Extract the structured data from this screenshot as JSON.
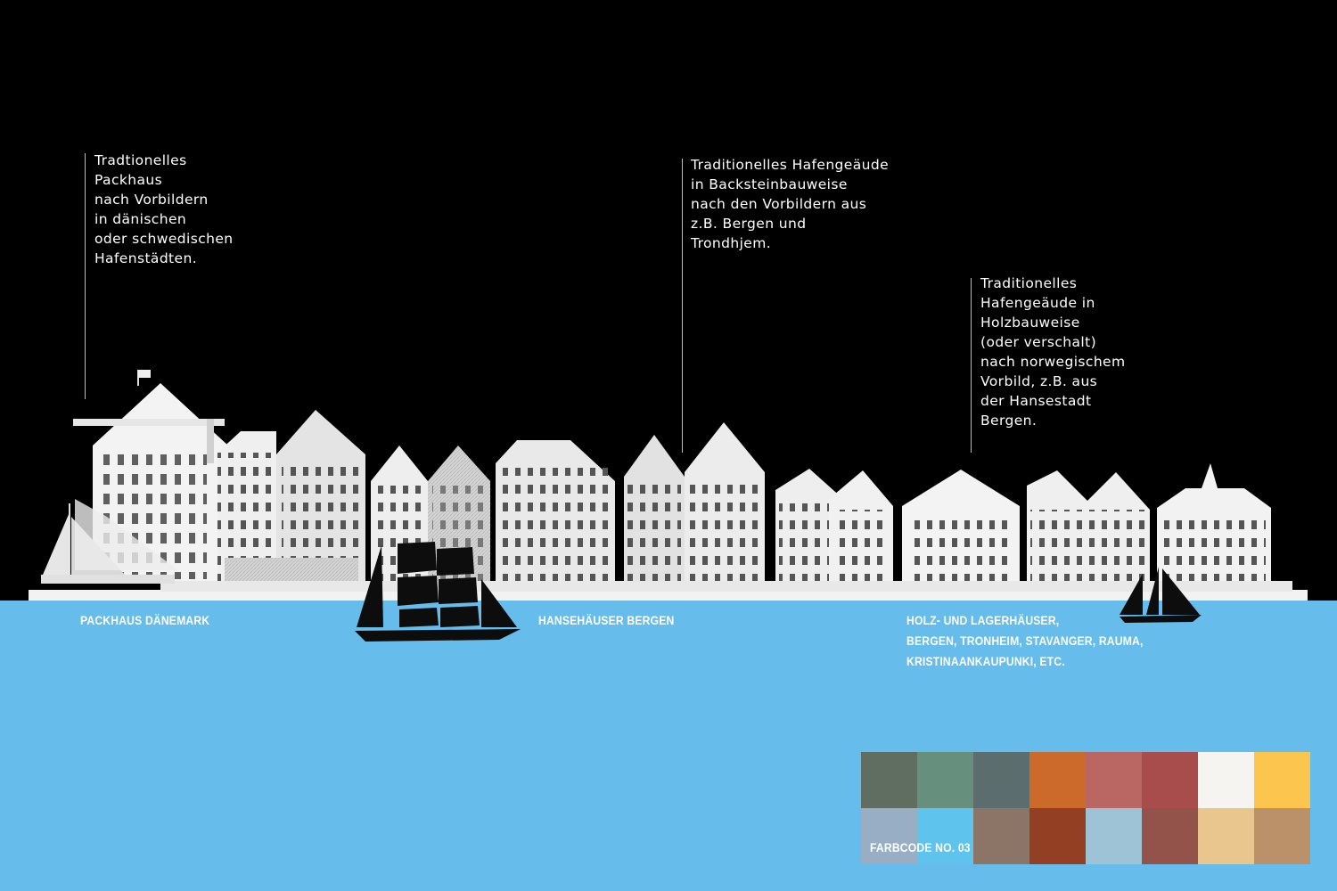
{
  "annotations": [
    {
      "id": "packhaus",
      "text": "Tradtionelles\nPackhaus\nnach Vorbildern\nin dänischen\noder schwedischen\nHafenstädten."
    },
    {
      "id": "backstein",
      "text": "Traditionelles Hafengeäude\nin Backsteinbauweise\nnach den Vorbildern aus\nz.B. Bergen und\nTrondhjem."
    },
    {
      "id": "holz",
      "text": "Traditionelles\nHafengeäude in\nHolzbauweise\n(oder verschalt)\nnach norwegischem\nVorbild, z.B. aus\nder Hansestadt\nBergen."
    }
  ],
  "labels": {
    "packhaus": "PACKHAUS DÄNEMARK",
    "hanse": "HANSEHÄUSER BERGEN",
    "holz_line1": "HOLZ- UND LAGERHÄUSER,",
    "holz_line2": "BERGEN, TRONHEIM, STAVANGER, RAUMA,",
    "holz_line3": "KRISTINAANKAUPUNKI, ETC."
  },
  "palette": {
    "label": "FARBCODE NO. 03",
    "colors": [
      "#5f6e60",
      "#66907d",
      "#5b6d6c",
      "#cc6a2b",
      "#ba6663",
      "#a84d4b",
      "#f5f4f0",
      "#fcc54e",
      "#97aec4",
      "#5ec4ee",
      "#8c7566",
      "#923f24",
      "#9ec2d6",
      "#93534a",
      "#eac68f",
      "#bb9169"
    ]
  },
  "colors": {
    "sky": "#000000",
    "water": "#66bceb",
    "building_fill": "#f2f2f2",
    "ship_silhouette": "#0d0d0d"
  }
}
